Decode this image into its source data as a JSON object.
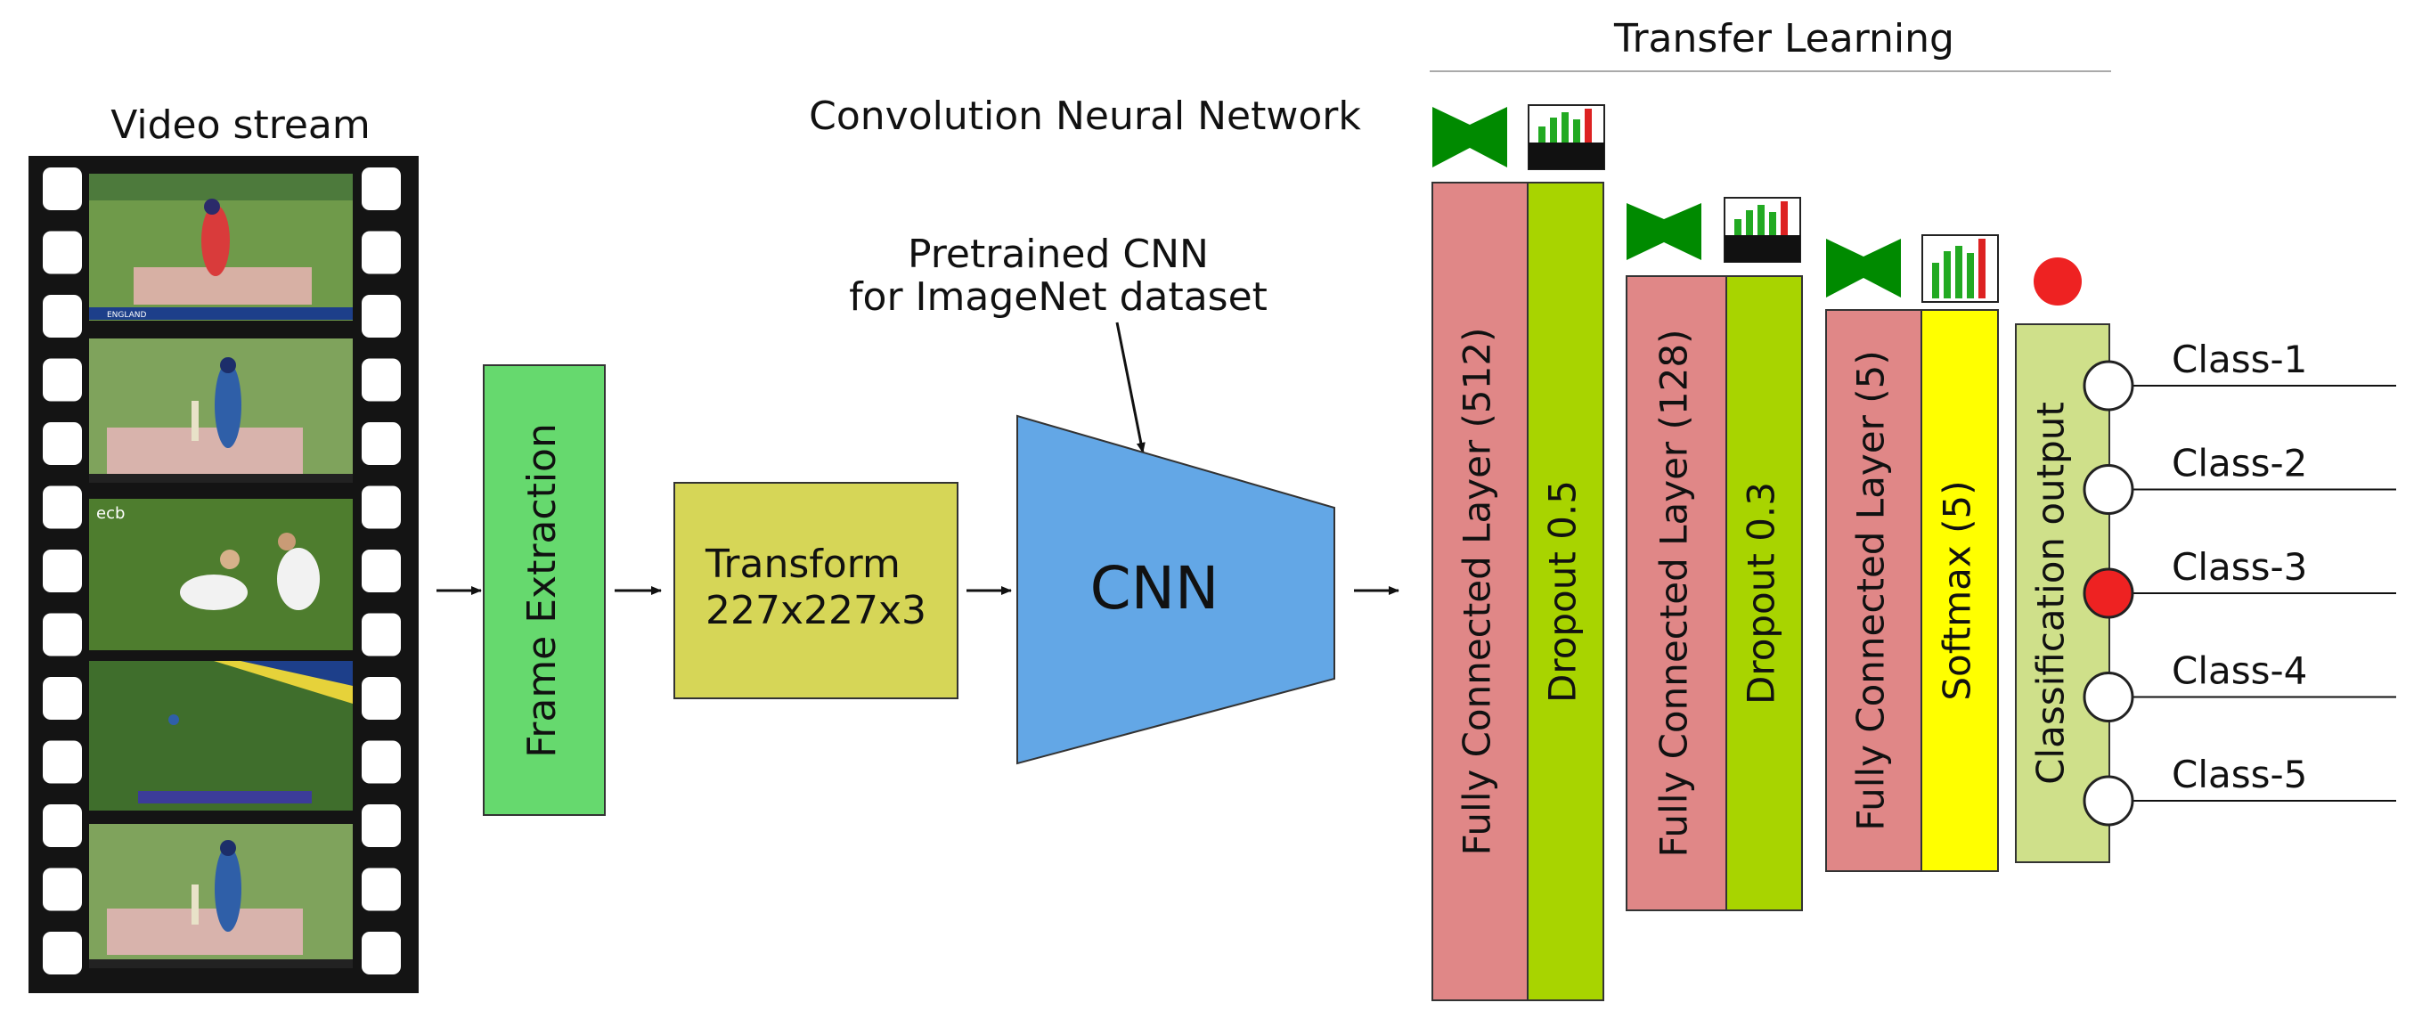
{
  "video_stream": {
    "title": "Video stream",
    "frames": [
      {
        "scene": "batsman-red-kit-scoreboard",
        "overlay_text": "ENGLAND"
      },
      {
        "scene": "batsman-blue-kit-stumps",
        "overlay_text": ""
      },
      {
        "scene": "fielders-catch",
        "overlay_text": "ecb"
      },
      {
        "scene": "wide-outfield-shot",
        "overlay_text": ""
      },
      {
        "scene": "batsman-blue-kit-stumps",
        "overlay_text": ""
      }
    ]
  },
  "pipeline": {
    "frame_extraction": "Frame Extraction",
    "transform_line1": "Transform",
    "transform_line2": "227x227x3",
    "cnn_header": "Convolution Neural Network",
    "pretrained_line1": "Pretrained CNN",
    "pretrained_line2": "for ImageNet dataset",
    "cnn_label": "CNN"
  },
  "transfer_learning": {
    "title": "Transfer Learning",
    "fc1": "Fully Connected Layer (512)",
    "dropout1": "Dropout 0.5",
    "fc2": "Fully Connected Layer (128)",
    "dropout2": "Dropout 0.3",
    "fc3": "Fully Connected Layer (5)",
    "softmax": "Softmax (5)",
    "classification": "Classification output"
  },
  "classes": [
    "Class-1",
    "Class-2",
    "Class-3",
    "Class-4",
    "Class-5"
  ],
  "selected_class_index": 2,
  "icons": {
    "bowtie": "bowtie-icon",
    "bar_chart": "bar-chart-icon",
    "indicator": "red-dot-indicator"
  },
  "colors": {
    "frame_extraction": "#66d96e",
    "transform": "#d6d657",
    "cnn": "#63a7e6",
    "fully_connected": "#e08787",
    "dropout": "#a8d400",
    "softmax": "#ffff00",
    "classification": "#cfe08a",
    "active_class": "#ee2222",
    "bowtie": "#008a00"
  }
}
